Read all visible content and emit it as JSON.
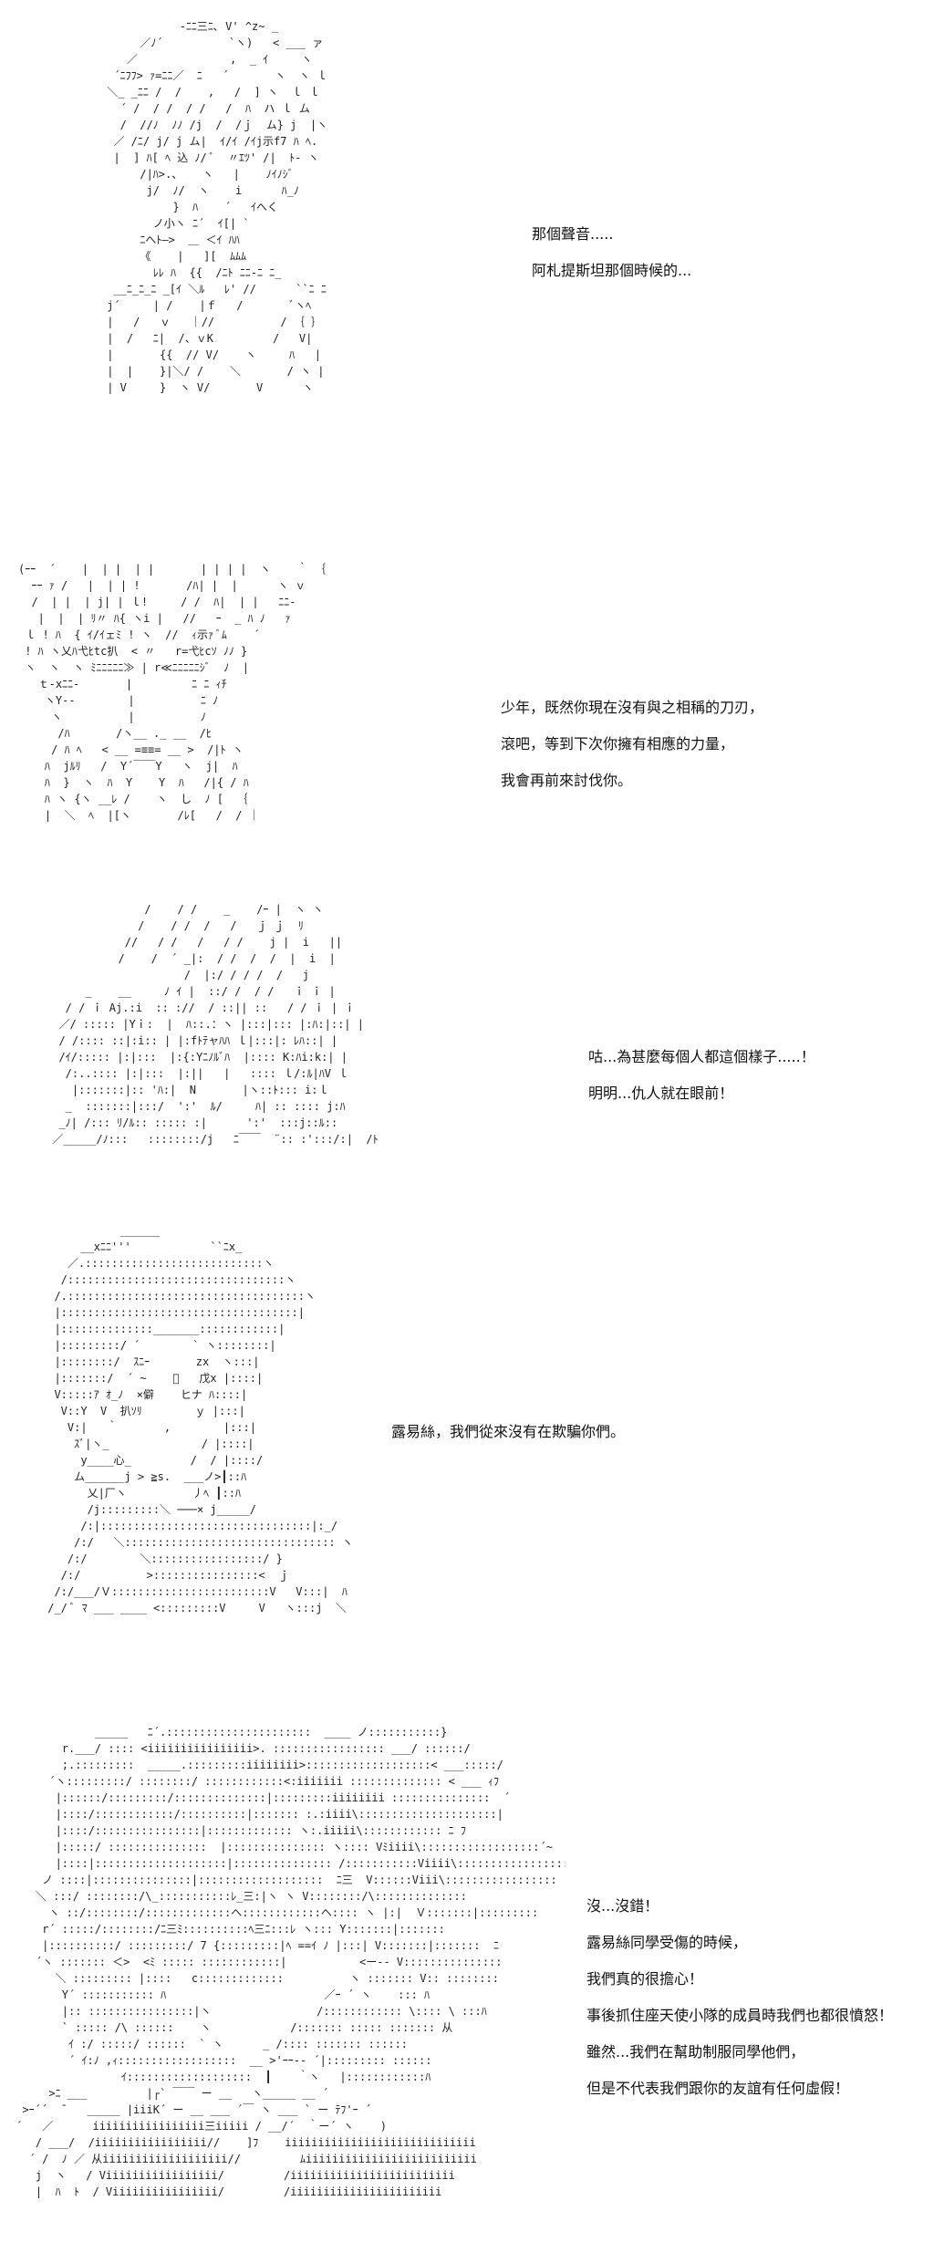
{
  "panels": [
    {
      "lines": [
        "那個聲音.....",
        "阿札提斯坦那個時候的..."
      ],
      "art": [
        "            -ﾆﾆ三ﾆ､ V' ^z~ _",
        "      ／ﾉ´          `ヽ)   < ___ ァ",
        "    ／              ,  _ ｲ     ヽ",
        "  ´ﾆﾌﾌ> ｧ=ﾆﾆ／  ﾆ   ´       ヽ  ヽ ｌ",
        " ＼_ _ﾆﾆ /  /    ,   /  ] ヽ  ｌ ｌ",
        "   ´ /  / /  / /   /  ﾊ  ハ ｌ ム",
        "   /  //ﾉ  ﾉﾉ /j  /  /ｊ  ム} j  |ヽ",
        "  ／ /ﾆ/ j/ j ム|  ｲ/ｲ /ｲj示f7 ﾊ ﾍ.",
        "  |  ] ﾊ[ ﾍ 込 ﾉ/ ﾞ  〃ｴﾂ' /|  ﾄ- ヽ",
        "      /|ﾊ>.、   ヽ   |    ﾉｲﾉｼﾞ",
        "       j/  ﾉ/  ヽ    i      ﾊ_ﾉ",
        "           }  ﾊ    ´   ｲへく",
        "        ノ小ヽ ﾆ´  ｲ[| `",
        "      ﾆへﾄ―>  ＿ ＜ｲ ﾊﾊ",
        "      《    |   ][  ﾑﾑﾑ",
        "        ﾚﾚ ﾊ  {{  /ﾆﾄ ﾆﾆ‐ﾆ ﾆ_",
        "  __ﾆ_ﾆ_ﾆ _[ｲ ＼ﾙ   ﾚ' //      ``ﾆ ﾆ",
        " j´     | /    |ｆ   /       ﾞヽﾍ",
        " |   /   ｖ   ｜//          / ｛ ｝",
        " |  /   ﾆ|  /、ｖK         /   V|",
        " |       {{  // V/    ヽ     ﾊ   |",
        " |  |    }|＼/ /    ＼       / ヽ |",
        " | V     }  ヽ V/       V      ヽ "
      ]
    },
    {
      "lines": [
        "少年，既然你現在沒有與之相稱的刀刃，",
        "滾吧，等到下次你擁有相應的力量，",
        "我會再前來討伐你。"
      ],
      "art": [
        "(ｰｰ  ´    |  | |  | |       | | | |  ヽ    ｀ ｛",
        "  ｰｰ ｧ /   |  | | !       /ﾊ| |  |      ヽ ｖ",
        "  /  | |  | j| | ｌ!     / /  ﾊ|  | |   ﾆﾆ‐",
        "   |  |  | ﾘ〃 ﾊ{ ヽi |   //   ｰ  _ ﾊ ﾉ   ｧ",
        " ｌ ! ﾊ  { ｲ/ｲェﾐ ! ヽ  //  ｨ示ｧ ﾞﾑ    ´",
        " ! ﾊ ヽ乂ﾊ弋ﾋtc扒  < 〃   r=弋ﾋcｿ ﾉﾉ }",
        " ヽ  ヽ  ヽ ﾐﾆﾆﾆﾆﾆ≫ | r≪ﾆﾆﾆﾆﾆｼﾞ  ﾉ  |",
        "   ｔ-xﾆﾆ-       |         ﾆ ﾆ ｨﾁ",
        "    ヽY--        |          ﾆ ﾉ",
        "     ヽ          |          ﾉ",
        "      /ﾊ       /ヽ__ ._ __  /ﾋ",
        "     / ﾊ ﾍ   < __ =≡≡= __ >  /|ﾄ ヽ",
        "    ﾊ  jﾙﾘ   /  Y´￣￣Y   ヽ  j|  ﾊ",
        "    ﾊ  }  ヽ  ﾊ  Y    Y  ﾊ   /|{ / ﾊ",
        "    ﾊ ヽ {ヽ __ﾚ /    ヽ  し  ﾉ [  ｛",
        "    |  ＼  ﾍ  |[ヽ       /ﾚ[   /  / ｜"
      ]
    },
    {
      "lines": [
        "咕...為甚麼每個人都這個樣子.....！",
        "明明...仇人就在眼前！"
      ],
      "art": [
        "               /    / /    _    /ｰ |  ヽ ヽ",
        "              /    / /  /   /   ｊ ｊ  ﾘ",
        "            //   / /   /   / /    j |  i   ||",
        "           /    /  ´ _|:  / /  /  /  |  i  |",
        "                     /  |:/ / / /  /   j",
        "      _    __     ﾉ ｲ |  ::/ /  / /   ｉ ｉ |",
        "   / / ｉ Aj.:i  :: ://  / ::|| ::   / / ｉ | ｉ",
        "  ／/ ::::: |Yｉ:  |  ﾊ::.：ヽ |:::|::: |:ﾊ:|::| |",
        "  / /:::: ::|:i:: | |:fﾄﾃャﾊﾊ ｌ|:::|: ﾚﾊ::| |",
        "  /ｲ/::::: |:|:::  |:{:Yﾆﾉﾙﾞﾊ  |:::: K:ﾊi:k:| |",
        "   /:..:::: |:|:::  |:||   |   :::: ｌ/:ﾙ|ﾊV ｌ",
        "    |:::::::|:: 'ﾊ:|  N       |ヽ::ﾄ::: i:ｌ",
        "   _  :::::::|:::/  ':'  ﾙ/     ﾊ| :: :::: j:ﾊ",
        "  _ﾉ| /::: ﾘ/ﾙ:: ::::: :|      ':'  :::j::ﾙ:: ",
        " ／_____/ﾉ:::   ::::::::/j   ﾆ￣￣  ¨:: :':::/:|  /ﾄ"
      ]
    },
    {
      "lines": [
        "露易絲，我們從來沒有在欺騙你們。"
      ],
      "art": [
        "            ______",
        "      __xﾆﾆ'''            ``ﾆx_",
        "    ／.:::::::::::::::::::::::::::ヽ",
        "   /:::::::::::::::::::::::::::::::::ヽ",
        "  /.::::::::::::::::::::::::::::::::::::ヽ",
        "  |::::::::::::::::::::::::::::::::::::|",
        "  |::::::::::::::_______::::::::::::|",
        "  |:::::::::/ ´        ` ヽ::::::::|",
        "  |::::::::/  ｽﾆｰ       zx  ヽ:::|",
        "  |:::::::/  ´ ~    ﾞ   戊x |::::|",
        "  V:::::ｱ ｵ_ﾉ  ×僻    ヒナ ﾊ::::|",
        "   V::Y  V  扒ｿﾘ        ｙ |:::|",
        "    V:|   ｀       ,        |:::|",
        "     ｽﾞ|ヽ_              / |::::|",
        "      y____心_         /  / |::::/",
        "     ム______j > ≧s.  ___ノ>┃::ﾊ",
        "       乂|厂ヽ          丿ﾍ ┃::ﾊ",
        "       /j:::::::::＼ ───× j_____/",
        "      /:|::::::::::::::::::::::::::::::::|:_/",
        "     /:/   ＼:::::::::::::::::::::::::::::::: ヽ",
        "    /:/        ＼:::::::::::::::::/ }",
        "   /:/          >::::::::::::::::<  ｊ",
        "  /:/___/Ｖ::::::::::::::::::::::::V   V:::|  ﾊ",
        " /_/ ﾞ ﾏ ___ ____ <:::::::::V     V   ヽ:::j  ＼"
      ]
    },
    {
      "lines": [
        "沒...沒錯！",
        "露易絲同學受傷的時候，",
        "我們真的很擔心！",
        "事後抓住座天使小隊的成員時我們也都很憤怒！",
        "雖然...我們在幫助制服同學他們，",
        "但是不代表我們跟你的友誼有任何虛假！"
      ],
      "art": [
        "             _____   ﾆ´.::::::::::::::::::::::  ____ ノ:::::::::::}",
        "        r.___/ :::: <iiiiiiiiiiiiiiii>. ::::::::::::::::: ___/ ::::::/",
        "        ;.:::::::::  _____.:::::::::iiiiiiii>:::::::::::::::::::< ___:::::/",
        "      ´ヽ:::::::::/ ::::::::/ ::::::::::::<:iiiiiii :::::::::::::: < ___ ｨﾌ",
        "       |::::::/:::::::::/::::::::::::::|:::::::::iiiiiiii :::::::::::::::  ´",
        "       |::::/::::::::::::/::::::::::|::::::: :.:iiii\\:::::::::::::::::::::|",
        "       |::::/::::::::::::::::|::::::::::::: ヽ:.iiiii\\:::::::::::: ﾆ ﾌ",
        "       |:::::/ :::::::::::::::  |::::::::::::::: ヽ:::: Vﾐiiii\\::::::::::::::::::´~",
        "       |::::|::::::::::::::::::::|::::::::::::::: /:::::::::::Viiii\\:::::::::::::::::::¨",
        "     ノ ::::|:::::::::::::::|:::::::::::::::::::  ﾆ三  V::::::Viii\\:::::::::::::::::",
        "    ＼ :::/ ::::::::/\\_:::::::::::ﾚ_三:|ヽ ヽ V::::::::/\\::::::::::::::",
        "      ヽ ::/::::::::/:::::::::::::ヘ::::::::::::ヘ:::: ヽ |:|  Ｖ:::::::|:::::::::",
        "     r´ :::::/::::::::/ﾆ三ﾐ::::::::::ﾍ三ﾆ:::ﾚ ヽ::: Y:::::::|:::::::",
        "     |::::::::::/ :::::::::/ 7 {:::::::::|ﾍ ==ｲ ﾉ |:::| V:::::::|:::::::  ﾆ",
        "    ´ヽ ::::::: ＜>  <ﾐ ::::: ::::::::::::|           <ー-- V:::::::::::::::",
        "       ＼ ::::::::: |::::   c:::::::::::::          ヽ ::::::: V:: ::::::::",
        "        Y´ ::::::::::: ﾊ                        ／ｰ ´ ヽ    ::: ﾊ",
        "        |:: ::::::::::::::::|ヽ                /:::::::::::: \\:::: \\ :::ﾊ",
        "        ` ::::: /\\ ::::::    ヽ            /::::::: ::::: ::::::: 从",
        "         ｲ :/ :::::/ ::::::  ` ヽ      _ /:::: ::::::: ::::::",
        "         ´ ｲ:ﾉ ,ｨ::::::::::::::::::  __ >'ｰｰ-- ´|::::::::: ::::::",
        "                 ｲ:::::::::::::::::::  ┃    ｀ヽ   |::::::::::::ﾊ",
        "      >ﾆ ___         |┌` ￣￣ ー __   ヽ_____ __ ´",
        "  >ｰ´´  ̄    _____ |iiiK´ ー __ ___ ´￣ ヽ ___ ` ー ﾃﾌ'ｰ ´",
        " ´   ／      iiiiiiiiiiiiiiiii三iiiii / __/´  ｀ー´ ヽ    )",
        "    / ___/  /iiiiiiiiiiiiiiiii//    ]ﾌ    iiiiiiiiiiiiiiiiiiiiiiiiiiiii",
        "   ´ /  ﾉ ／ 从iiiiiiiiiiiiiiiiiii//         ﾑiiiiiiiiiiiiiiiiiiiiiiiiii",
        "    j  ヽ   / Viiiiiiiiiiiiiiiii/         /iiiiiiiiiiiiiiiiiiiiiiiii",
        "    |  ﾊ  ﾄ  / Viiiiiiiiiiiiiiii/         /iiiiiiiiiiiiiiiiiiiiiii"
      ]
    }
  ]
}
